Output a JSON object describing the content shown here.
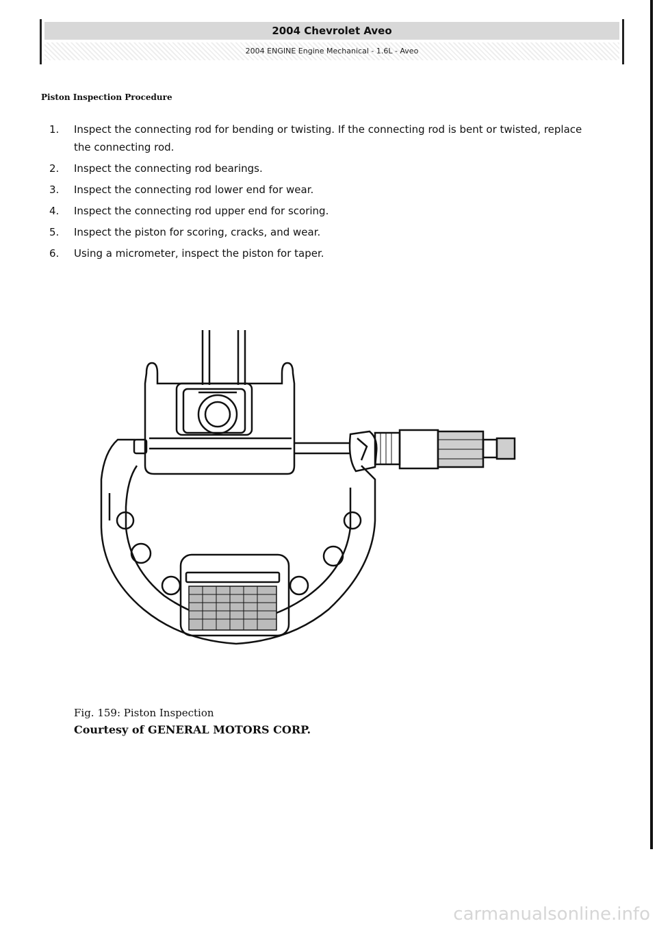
{
  "header": {
    "title": "2004 Chevrolet Aveo",
    "subtitle": "2004 ENGINE Engine Mechanical - 1.6L - Aveo"
  },
  "section_title": "Piston Inspection Procedure",
  "steps": [
    {
      "num": "1.",
      "text": "Inspect the connecting rod for bending or twisting. If the connecting rod is bent or twisted, replace the connecting rod."
    },
    {
      "num": "2.",
      "text": "Inspect the connecting rod bearings."
    },
    {
      "num": "3.",
      "text": "Inspect the connecting rod lower end for wear."
    },
    {
      "num": "4.",
      "text": "Inspect the connecting rod upper end for scoring."
    },
    {
      "num": "5.",
      "text": "Inspect the piston for scoring, cracks, and wear."
    },
    {
      "num": "6.",
      "text": "Using a micrometer, inspect the piston for taper."
    }
  ],
  "figure": {
    "caption": "Fig. 159: Piston Inspection",
    "credit": "Courtesy of GENERAL MOTORS CORP."
  },
  "watermark": "carmanualsonline.info"
}
